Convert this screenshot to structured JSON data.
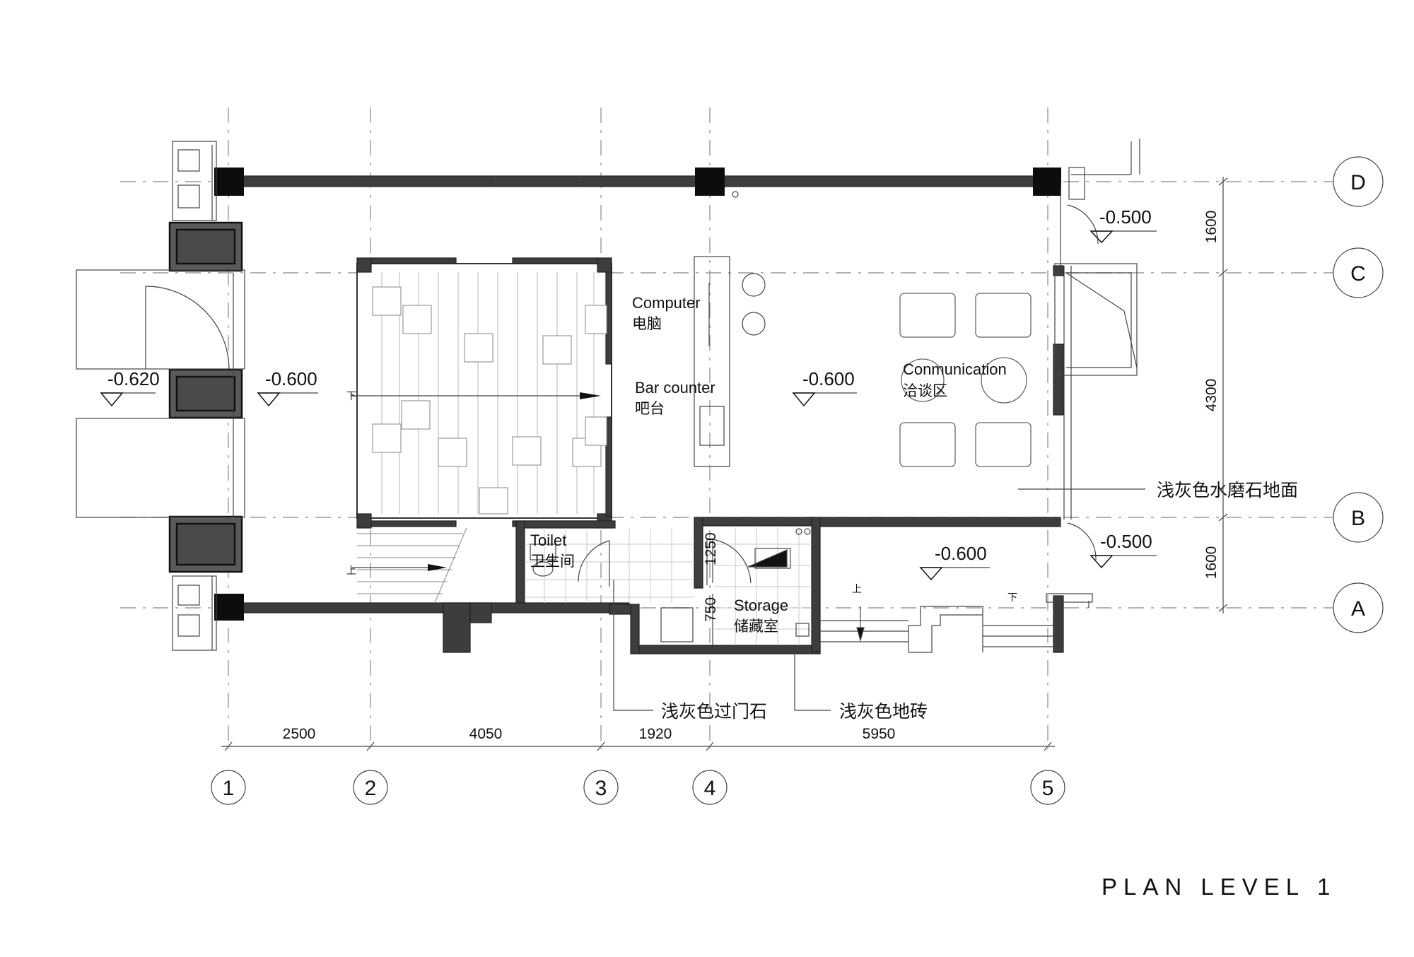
{
  "title": "PLAN LEVEL 1",
  "rooms": {
    "computer": {
      "en": "Computer",
      "cn": "电脑"
    },
    "bar_counter": {
      "en": "Bar counter",
      "cn": "吧台"
    },
    "communication": {
      "en": "Conmunication",
      "cn": "洽谈区"
    },
    "toilet": {
      "en": "Toilet",
      "cn": "卫生间"
    },
    "storage": {
      "en": "Storage",
      "cn": "储藏室"
    }
  },
  "levels": {
    "entrance": "-0.620",
    "hall": "-0.600",
    "center": "-0.600",
    "top_right": "-0.500",
    "lower_right": "-0.500",
    "lower_room": "-0.600"
  },
  "materials": {
    "terrazzo": "浅灰色水磨石地面",
    "threshold_stone": "浅灰色过门石",
    "floor_tile": "浅灰色地砖"
  },
  "dimensions": {
    "horizontal": [
      "2500",
      "4050",
      "1920",
      "5950"
    ],
    "vertical": [
      "1600",
      "4300",
      "1600"
    ],
    "toilet_door": "1250",
    "storage_door": "750"
  },
  "axes": {
    "numbers": [
      "1",
      "2",
      "3",
      "4",
      "5"
    ],
    "letters": [
      "D",
      "C",
      "B",
      "A"
    ]
  },
  "stair_marks": {
    "up": "上",
    "down": "下"
  }
}
